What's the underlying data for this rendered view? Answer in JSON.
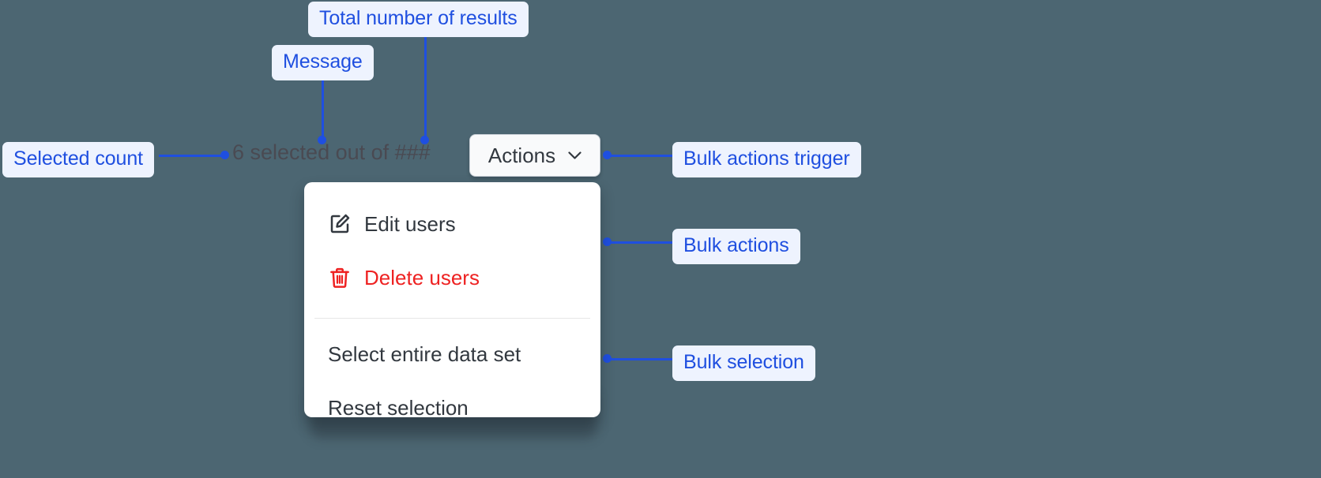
{
  "canvas": {
    "background_color": "#4c6672",
    "annotation_color": "#1f4fe0",
    "annotation_chip_bg": "#eef3fe",
    "danger_color": "#ee2222"
  },
  "toolbar": {
    "selected_count_text": "6 selected out of ###",
    "selected_count": "6",
    "total_results_placeholder": "###",
    "actions_button_label": "Actions",
    "chevron_icon": "chevron-down-icon"
  },
  "menu": {
    "items": [
      {
        "label": "Edit users",
        "icon": "edit-pencil-icon",
        "tone": "default"
      },
      {
        "label": "Delete users",
        "icon": "trash-icon",
        "tone": "danger"
      },
      {
        "label": "Select entire data set",
        "icon": "",
        "tone": "default"
      },
      {
        "label": "Reset selection",
        "icon": "",
        "tone": "default"
      }
    ]
  },
  "annotations": [
    {
      "label": "Total number of results",
      "name": "annotation-total-number-of-results"
    },
    {
      "label": "Message",
      "name": "annotation-message"
    },
    {
      "label": "Selected count",
      "name": "annotation-selected-count"
    },
    {
      "label": "Bulk actions trigger",
      "name": "annotation-bulk-actions-trigger"
    },
    {
      "label": "Bulk actions",
      "name": "annotation-bulk-actions"
    },
    {
      "label": "Bulk selection",
      "name": "annotation-bulk-selection"
    }
  ]
}
